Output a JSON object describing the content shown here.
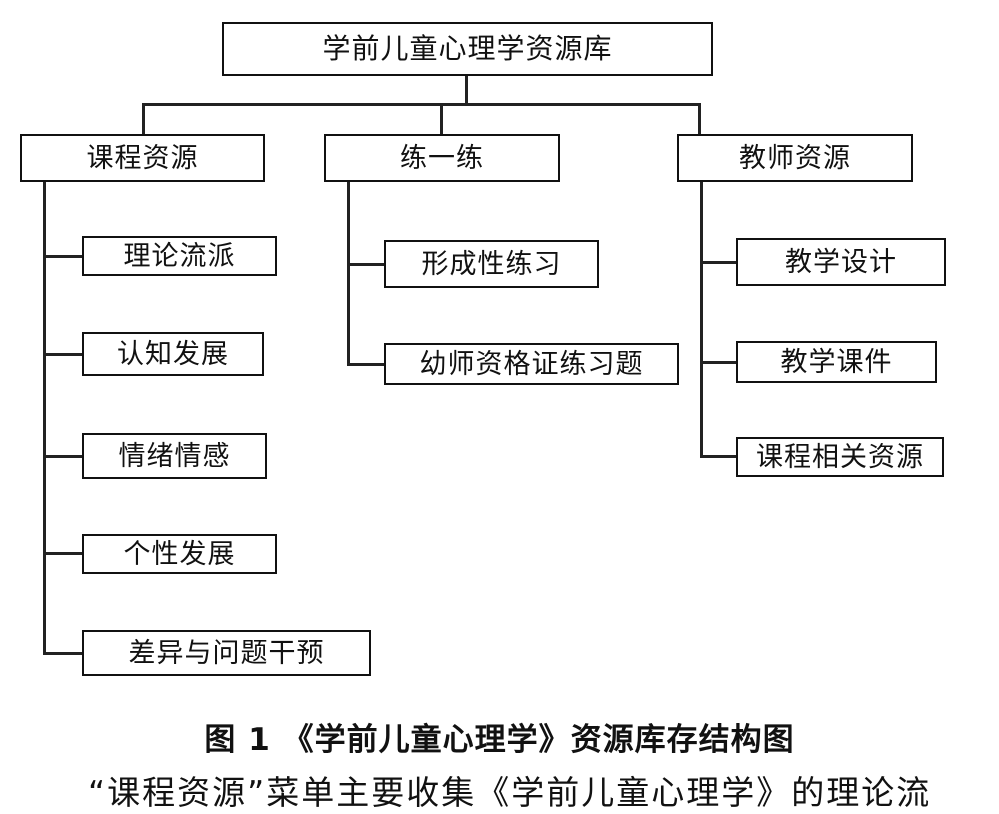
{
  "diagram": {
    "root": "学前儿童心理学资源库",
    "branches": [
      {
        "label": "课程资源",
        "children": [
          "理论流派",
          "认知发展",
          "情绪情感",
          "个性发展",
          "差异与问题干预"
        ]
      },
      {
        "label": "练一练",
        "children": [
          "形成性练习",
          "幼师资格证练习题"
        ]
      },
      {
        "label": "教师资源",
        "children": [
          "教学设计",
          "教学课件",
          "课程相关资源"
        ]
      }
    ]
  },
  "caption": "图 1 《学前儿童心理学》资源库存结构图",
  "body_text_fragment": "“课程资源”菜单主要收集《学前儿童心理学》的理论流"
}
